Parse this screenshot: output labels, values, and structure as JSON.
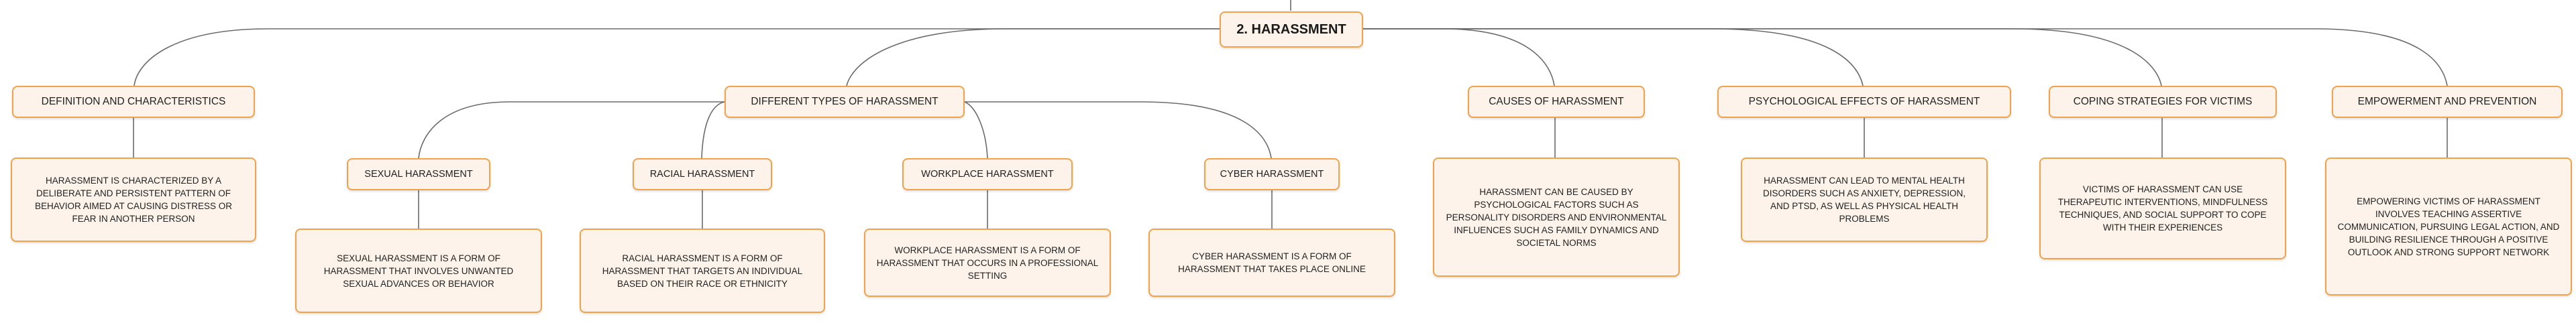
{
  "diagram": {
    "root": "2. HARASSMENT",
    "topics": [
      {
        "label": "DEFINITION AND CHARACTERISTICS",
        "description": "HARASSMENT IS CHARACTERIZED BY A DELIBERATE AND PERSISTENT PATTERN OF BEHAVIOR AIMED AT CAUSING DISTRESS OR FEAR IN ANOTHER PERSON"
      },
      {
        "label": "DIFFERENT TYPES OF HARASSMENT",
        "subtopics": [
          {
            "label": "SEXUAL HARASSMENT",
            "description": "SEXUAL HARASSMENT IS A FORM OF HARASSMENT THAT INVOLVES UNWANTED SEXUAL ADVANCES OR BEHAVIOR"
          },
          {
            "label": "RACIAL HARASSMENT",
            "description": "RACIAL HARASSMENT IS A FORM OF HARASSMENT THAT TARGETS AN INDIVIDUAL BASED ON THEIR RACE OR ETHNICITY"
          },
          {
            "label": "WORKPLACE HARASSMENT",
            "description": "WORKPLACE HARASSMENT IS A FORM OF HARASSMENT THAT OCCURS IN A PROFESSIONAL SETTING"
          },
          {
            "label": "CYBER HARASSMENT",
            "description": "CYBER HARASSMENT IS A FORM OF HARASSMENT THAT TAKES PLACE ONLINE"
          }
        ]
      },
      {
        "label": "CAUSES OF HARASSMENT",
        "description": "HARASSMENT CAN BE CAUSED BY PSYCHOLOGICAL FACTORS SUCH AS PERSONALITY DISORDERS AND ENVIRONMENTAL INFLUENCES SUCH AS FAMILY DYNAMICS AND SOCIETAL NORMS"
      },
      {
        "label": "PSYCHOLOGICAL EFFECTS OF HARASSMENT",
        "description": "HARASSMENT CAN LEAD TO MENTAL HEALTH DISORDERS SUCH AS ANXIETY, DEPRESSION, AND PTSD, AS WELL AS PHYSICAL HEALTH PROBLEMS"
      },
      {
        "label": "COPING STRATEGIES FOR VICTIMS",
        "description": "VICTIMS OF HARASSMENT CAN USE THERAPEUTIC INTERVENTIONS, MINDFULNESS TECHNIQUES, AND SOCIAL SUPPORT TO COPE WITH THEIR EXPERIENCES"
      },
      {
        "label": "EMPOWERMENT AND PREVENTION",
        "description": "EMPOWERING VICTIMS OF HARASSMENT INVOLVES TEACHING ASSERTIVE COMMUNICATION, PURSUING LEGAL ACTION, AND BUILDING RESILIENCE THROUGH A POSITIVE OUTLOOK AND STRONG SUPPORT NETWORK"
      }
    ],
    "colors": {
      "node_fill": "#fdf3ea",
      "node_border": "#f2a24a",
      "connector": "#6b6b6b"
    }
  }
}
